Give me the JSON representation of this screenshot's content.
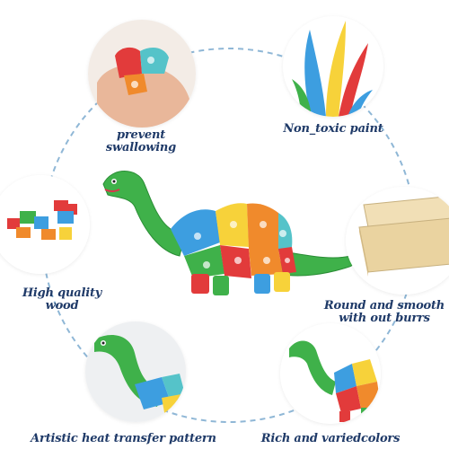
{
  "features": [
    {
      "id": "prevent",
      "lines": [
        "prevent",
        "swallowing"
      ],
      "icon": "hand-holding-puzzle-icon"
    },
    {
      "id": "paint",
      "lines": [
        "Non_toxic paint"
      ],
      "icon": "paint-splash-icon"
    },
    {
      "id": "quality",
      "lines": [
        "High quality",
        "wood"
      ],
      "icon": "wooden-pieces-icon"
    },
    {
      "id": "smooth",
      "lines": [
        "Round and smooth",
        "with out burrs"
      ],
      "icon": "wood-planks-icon"
    },
    {
      "id": "artistic",
      "lines": [
        "Artistic heat transfer pattern"
      ],
      "icon": "dino-neck-closeup-icon"
    },
    {
      "id": "rich",
      "lines": [
        "Rich and variedcolors"
      ],
      "icon": "dino-puzzle-closeup-icon"
    }
  ],
  "colors": {
    "label_text": "#1f3a68",
    "dashed_circle": "#8fb7d6",
    "dino_green": "#3fb14a",
    "puzzle_blue": "#3d9ee0",
    "puzzle_yellow": "#f7d23a",
    "puzzle_orange": "#f08a2c",
    "puzzle_red": "#e23b3b",
    "puzzle_teal": "#55c3c9"
  }
}
